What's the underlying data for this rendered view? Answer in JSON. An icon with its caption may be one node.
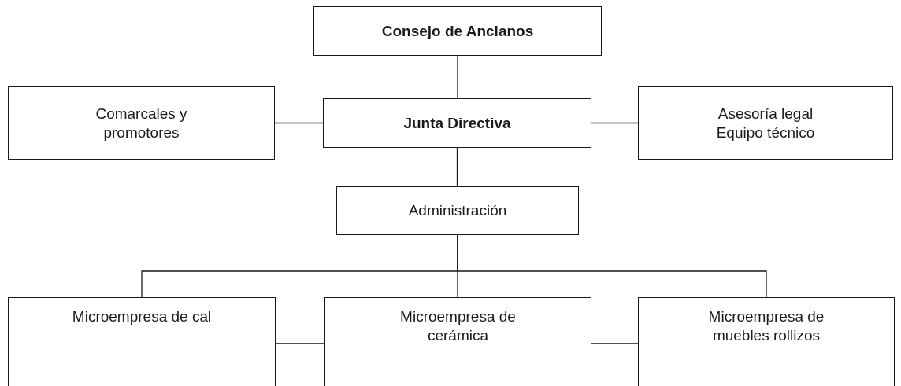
{
  "diagram": {
    "nodes": [
      {
        "text": [
          "Consejo de Ancianos"
        ]
      },
      {
        "text": [
          "Comarcales y promotores"
        ]
      },
      {
        "text": [
          "Junta Directiva"
        ]
      },
      {
        "text": [
          "Asesoría legal Equipo técnico"
        ]
      },
      {
        "text": [
          "Administración"
        ]
      },
      {
        "text": [
          "Microempresa de cal"
        ]
      },
      {
        "text": [
          "Microempresa de cerámica"
        ]
      },
      {
        "text": [
          "Microempresa de muebles rollizos"
        ]
      }
    ],
    "edges": [
      {
        "from": 0,
        "to": 2,
        "arrow": "none"
      },
      {
        "from": 1,
        "to": 2,
        "arrow": "none"
      },
      {
        "from": 2,
        "to": 3,
        "arrow": "none"
      },
      {
        "from": 2,
        "to": 4,
        "arrow": "none"
      },
      {
        "from": 4,
        "to": 5,
        "arrow": "none"
      },
      {
        "from": 4,
        "to": 6,
        "arrow": "none"
      },
      {
        "from": 4,
        "to": 7,
        "arrow": "none"
      },
      {
        "from": 5,
        "to": 6,
        "arrow": "none"
      },
      {
        "from": 6,
        "to": 7,
        "arrow": "none"
      }
    ]
  }
}
